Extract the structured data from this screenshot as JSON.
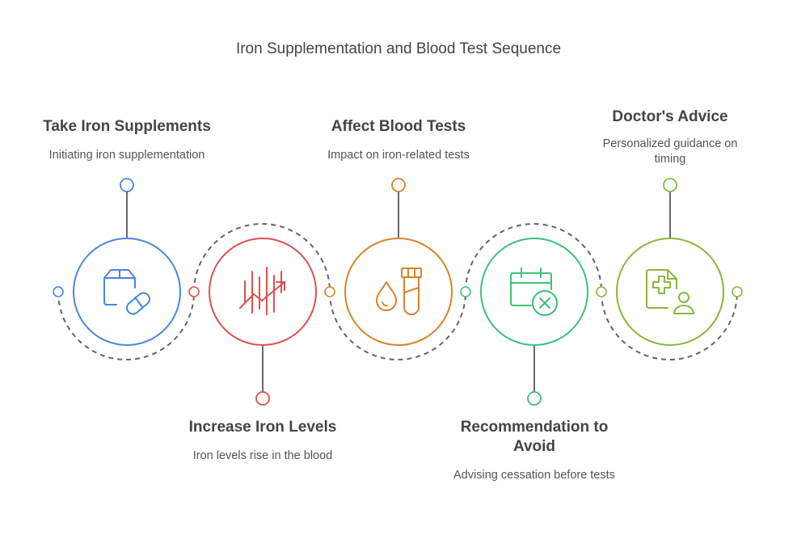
{
  "title": "Iron Supplementation and Blood Test Sequence",
  "steps": [
    {
      "title": "Take Iron Supplements",
      "description": "Initiating iron supplementation",
      "icon": "pill-box-icon",
      "color": "#4a86e0",
      "label_position": "top"
    },
    {
      "title": "Increase Iron Levels",
      "description": "Iron levels rise in the blood",
      "icon": "trend-up-icon",
      "color": "#de5050",
      "label_position": "bottom"
    },
    {
      "title": "Affect Blood Tests",
      "description": "Impact on iron-related tests",
      "icon": "blood-test-icon",
      "color": "#d6842b",
      "label_position": "top"
    },
    {
      "title": "Recommendation to Avoid",
      "description": "Advising cessation before tests",
      "icon": "calendar-cancel-icon",
      "color": "#3cc178",
      "label_position": "bottom"
    },
    {
      "title": "Doctor's Advice",
      "description": "Personalized guidance on timing",
      "icon": "medical-record-icon",
      "color": "#8ab83a",
      "label_position": "top"
    }
  ],
  "connector_color": "#666666"
}
